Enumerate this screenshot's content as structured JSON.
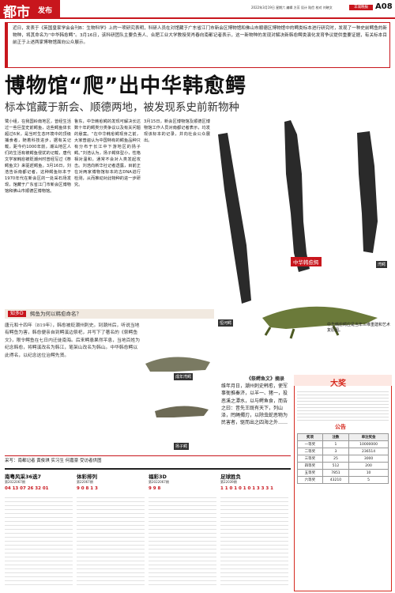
{
  "masthead": {
    "section": "都市",
    "section_sub": "发布",
    "date_line": "2022年3月19日 星期六 编辑 方芳 设计 陆俭 校对 刘晓文",
    "page": "A08",
    "badge": "羊城晚报"
  },
  "lead": {
    "text": "近日，发表于《英国皇家学会会刊B：生物科学》上的一项研究表明，科研人员在对馆藏于广东省江门市新会区博物馆和佛山市顺德区博物馆中的鳄类标本进行研究时，发现了一种史前鳄鱼的新物种，将其命名为“中华韩愈鳄”。3月16日，该科研团队主要负责人、合肥工业大学教授吴肖春向南都记者表示，这一新物种的发现对解决新韩愈鳄类演化发育争议提供重要证据，有关标本目前正于上述两家博物馆面向公众展示。"
  },
  "headline": {
    "title": "博物馆“爬”出中华韩愈鳄",
    "subtitle": "标本馆藏于新会、顺德两地，被发现系史前新物种"
  },
  "body": {
    "col1": "鹭小组，在我国岭南地区，曾经生活过一些巨型史前鳄鱼，这些鳄鱼体长超过6米，是当时生态环境中的顶级捕食者，随着科技进步，据有关记载，距今约1000年前，潮汕地区人们的生活有被鳄鱼侵扰的记载，唐代文学家韩愈被贬潮州时曾经写过《祭鳄鱼文》来驱赶鳄鱼。3月16日，刘浩告诉南都记者，这种鳄鱼标本于1970年代在新会区的一处采石场发现，馆藏于广东省江门市新会区博物馆和佛山市顺德区博物馆。",
    "col2": "鲁东，中华韩愈鳄的发现可解决长达数十年的鳄类分类争议以及有关问题的悬案。“在中华韩愈鳄现身之前，大家普遍认为中国特有的鳄鱼品种只有分布于长江中下游地区的扬子鳄。”刘浩认为，扬子鳄体型小，性格相对温和，通常不会对人类发起攻击。刘浩向新华社记者透露，目前正在对两家博物馆标本的古DNA进行检测，从而推动对此物种的进一步研究。",
    "col3": "3月15日，新会区博物馆及顺德区博物馆工作人员对南都记者表示，均发现该标本的记录，并向社会公众展出。"
  },
  "labels": {
    "specimen1": "中华韩愈鳄",
    "specimen2": "湾鳄",
    "specimen3": "恒河鳄",
    "specimen_note": "中华韩愈鳄应是当年三维重建和艺术复原图。",
    "croc_adult": "成年湾鳄",
    "croc_young": "扬子鳄"
  },
  "knowmore": {
    "tag": "知多D",
    "title": "鳄鱼为何以韩愈命名？",
    "text": "唐元和十四年（819年），韩愈被贬潮州刺史。到潮州后，听说当地有鳄鱼为害，韩愈便亲自到鳄溪边祭祀，并写下了著名的《祭鳄鱼文》，限令鳄鱼在七日内迁徙南海。后来鳄患果然平息，当地百姓为纪念韩愈，将鳄溪改名为韩江，笔架山改名为韩山。中华韩愈鳄以此得名，以纪念这位治鳄先贤。"
  },
  "quote_box": {
    "title": "《祭鳄鱼文》摘录",
    "text": "维年月日，潮州刺史韩愈，使军事衙推秦济，以羊一、猪一，投恶溪之潭水，以与鳄鱼食，而告之曰：昔先王既有天下，列山泽，罔绳擉刃，以除虫蛇恶物为民害者，驱而出之四海之外……"
  },
  "credits": "采写：南都记者 黄俊琪 实习生 何嘉豪 受访者供图",
  "ad": {
    "title": "大奖",
    "subtitle": "公告",
    "table_header": [
      "奖项",
      "注数",
      "单注奖金"
    ],
    "table_rows": [
      [
        "一等奖",
        "1",
        "10000000"
      ],
      [
        "二等奖",
        "3",
        "236514"
      ],
      [
        "三等奖",
        "25",
        "3000"
      ],
      [
        "四等奖",
        "512",
        "200"
      ],
      [
        "五等奖",
        "7851",
        "10"
      ],
      [
        "六等奖",
        "43210",
        "5"
      ]
    ]
  },
  "lottery": [
    {
      "name": "南粤风采36选7",
      "issue": "第2022067期",
      "numbers": "04 13 07 26 32 01"
    },
    {
      "name": "体彩排列",
      "issue": "第22067期",
      "numbers": "9 0 8 1 3"
    },
    {
      "name": "福彩3D",
      "issue": "第2022067期",
      "numbers": "9 9 8"
    },
    {
      "name": "足球胜负",
      "issue": "第22039期",
      "numbers": "1 1 0 1 0 1 0 1 3 3 3 1"
    }
  ],
  "colors": {
    "accent": "#c8161d",
    "ad_red": "#d62a1f"
  }
}
